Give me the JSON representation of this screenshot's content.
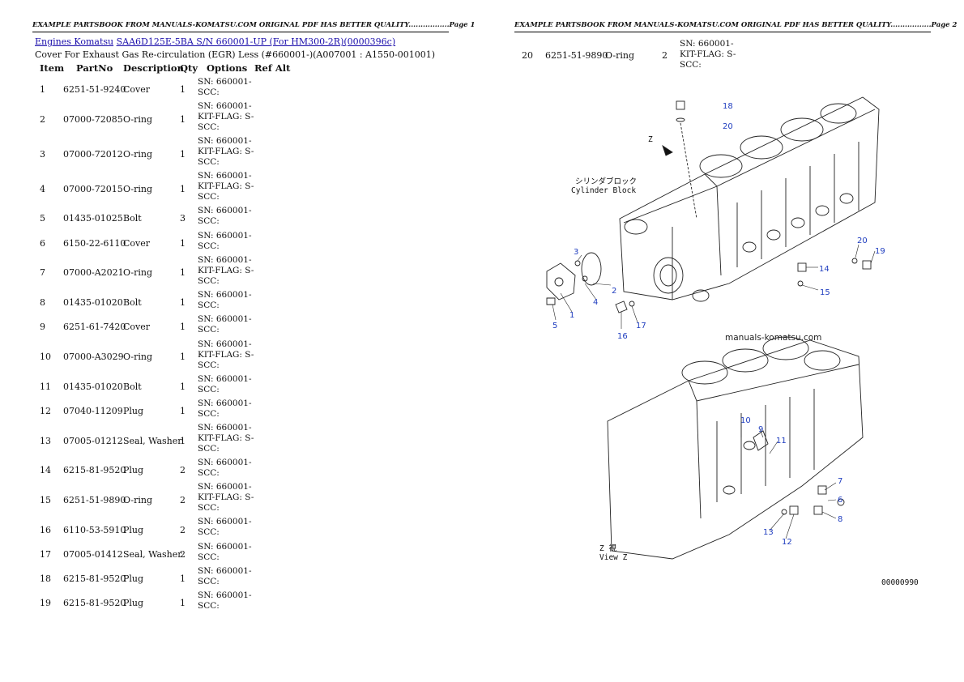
{
  "page1": {
    "header": "EXAMPLE PARTSBOOK FROM MANUALS-KOMATSU.COM ORIGINAL PDF HAS BETTER QUALITY.................Page 1",
    "breadcrumb": {
      "link1": "Engines Komatsu",
      "link2": "SAA6D125E-5BA S/N 660001-UP (For HM300-2R)(0000396c)"
    },
    "subtitle": "Cover For Exhaust Gas Re-circulation (EGR) Less (#660001-)(A007001 : A1550-001001)",
    "columns": [
      "Item",
      "PartNo",
      "Description",
      "Qty",
      "Options",
      "Ref Alt"
    ],
    "rows": [
      {
        "item": "1",
        "part": "6251-51-9240",
        "desc": "Cover",
        "qty": "1",
        "opt": "SN: 660001- SCC:"
      },
      {
        "item": "2",
        "part": "07000-72085",
        "desc": "O-ring",
        "qty": "1",
        "opt": "SN: 660001- KIT-FLAG: S- SCC:"
      },
      {
        "item": "3",
        "part": "07000-72012",
        "desc": "O-ring",
        "qty": "1",
        "opt": "SN: 660001- KIT-FLAG: S- SCC:"
      },
      {
        "item": "4",
        "part": "07000-72015",
        "desc": "O-ring",
        "qty": "1",
        "opt": "SN: 660001- KIT-FLAG: S- SCC:"
      },
      {
        "item": "5",
        "part": "01435-01025",
        "desc": "Bolt",
        "qty": "3",
        "opt": "SN: 660001- SCC:"
      },
      {
        "item": "6",
        "part": "6150-22-6110",
        "desc": "Cover",
        "qty": "1",
        "opt": "SN: 660001- SCC:"
      },
      {
        "item": "7",
        "part": "07000-A2021",
        "desc": "O-ring",
        "qty": "1",
        "opt": "SN: 660001- KIT-FLAG: S- SCC:"
      },
      {
        "item": "8",
        "part": "01435-01020",
        "desc": "Bolt",
        "qty": "1",
        "opt": "SN: 660001- SCC:"
      },
      {
        "item": "9",
        "part": "6251-61-7420",
        "desc": "Cover",
        "qty": "1",
        "opt": "SN: 660001- SCC:"
      },
      {
        "item": "10",
        "part": "07000-A3029",
        "desc": "O-ring",
        "qty": "1",
        "opt": "SN: 660001- KIT-FLAG: S- SCC:"
      },
      {
        "item": "11",
        "part": "01435-01020",
        "desc": "Bolt",
        "qty": "1",
        "opt": "SN: 660001- SCC:"
      },
      {
        "item": "12",
        "part": "07040-11209",
        "desc": "Plug",
        "qty": "1",
        "opt": "SN: 660001- SCC:"
      },
      {
        "item": "13",
        "part": "07005-01212",
        "desc": "Seal, Washer",
        "qty": "1",
        "opt": "SN: 660001- KIT-FLAG: S- SCC:"
      },
      {
        "item": "14",
        "part": "6215-81-9520",
        "desc": "Plug",
        "qty": "2",
        "opt": "SN: 660001- SCC:"
      },
      {
        "item": "15",
        "part": "6251-51-9890",
        "desc": "O-ring",
        "qty": "2",
        "opt": "SN: 660001- KIT-FLAG: S- SCC:"
      },
      {
        "item": "16",
        "part": "6110-53-5910",
        "desc": "Plug",
        "qty": "2",
        "opt": "SN: 660001- SCC:"
      },
      {
        "item": "17",
        "part": "07005-01412",
        "desc": "Seal, Washer",
        "qty": "2",
        "opt": "SN: 660001- SCC:"
      },
      {
        "item": "18",
        "part": "6215-81-9520",
        "desc": "Plug",
        "qty": "1",
        "opt": "SN: 660001- SCC:"
      },
      {
        "item": "19",
        "part": "6215-81-9520",
        "desc": "Plug",
        "qty": "1",
        "opt": "SN: 660001- SCC:"
      }
    ]
  },
  "page2": {
    "header": "EXAMPLE PARTSBOOK FROM MANUALS-KOMATSU.COM ORIGINAL PDF HAS BETTER QUALITY.................Page 2",
    "row": {
      "item": "20",
      "part": "6251-51-9890",
      "desc": "O-ring",
      "qty": "2",
      "opt": "SN: 660001- KIT-FLAG: S- SCC:"
    },
    "diagram": {
      "view_marker": "Z",
      "block_label_jp": "シリンダブロック",
      "block_label_en": "Cylinder Block",
      "watermark": "manuals-komatsu.com",
      "view_label": "Z 視",
      "view_label_en": "View Z",
      "figure_code": "00000990",
      "callouts": [
        "18",
        "20",
        "3",
        "2",
        "4",
        "1",
        "5",
        "16",
        "17",
        "14",
        "15",
        "20",
        "19",
        "10",
        "9",
        "11",
        "7",
        "6",
        "8",
        "13",
        "12"
      ]
    }
  }
}
